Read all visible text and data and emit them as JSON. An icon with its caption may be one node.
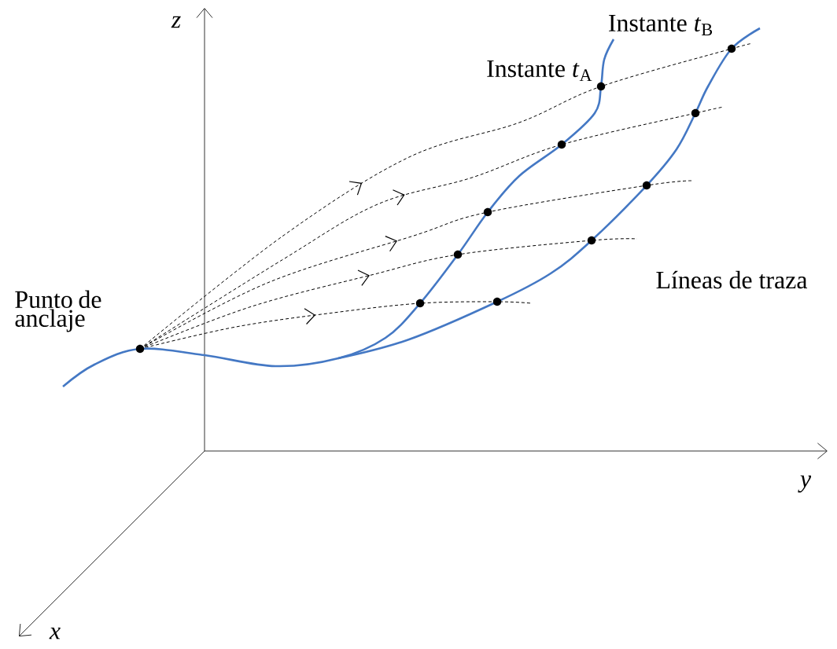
{
  "diagram": {
    "labels": [
      "z",
      "Instante *t*$_{B}$",
      "Instante *t*$_{A}$",
      "Líneas de traza",
      "Punto de anclaje",
      "y",
      "x"
    ]
  }
}
